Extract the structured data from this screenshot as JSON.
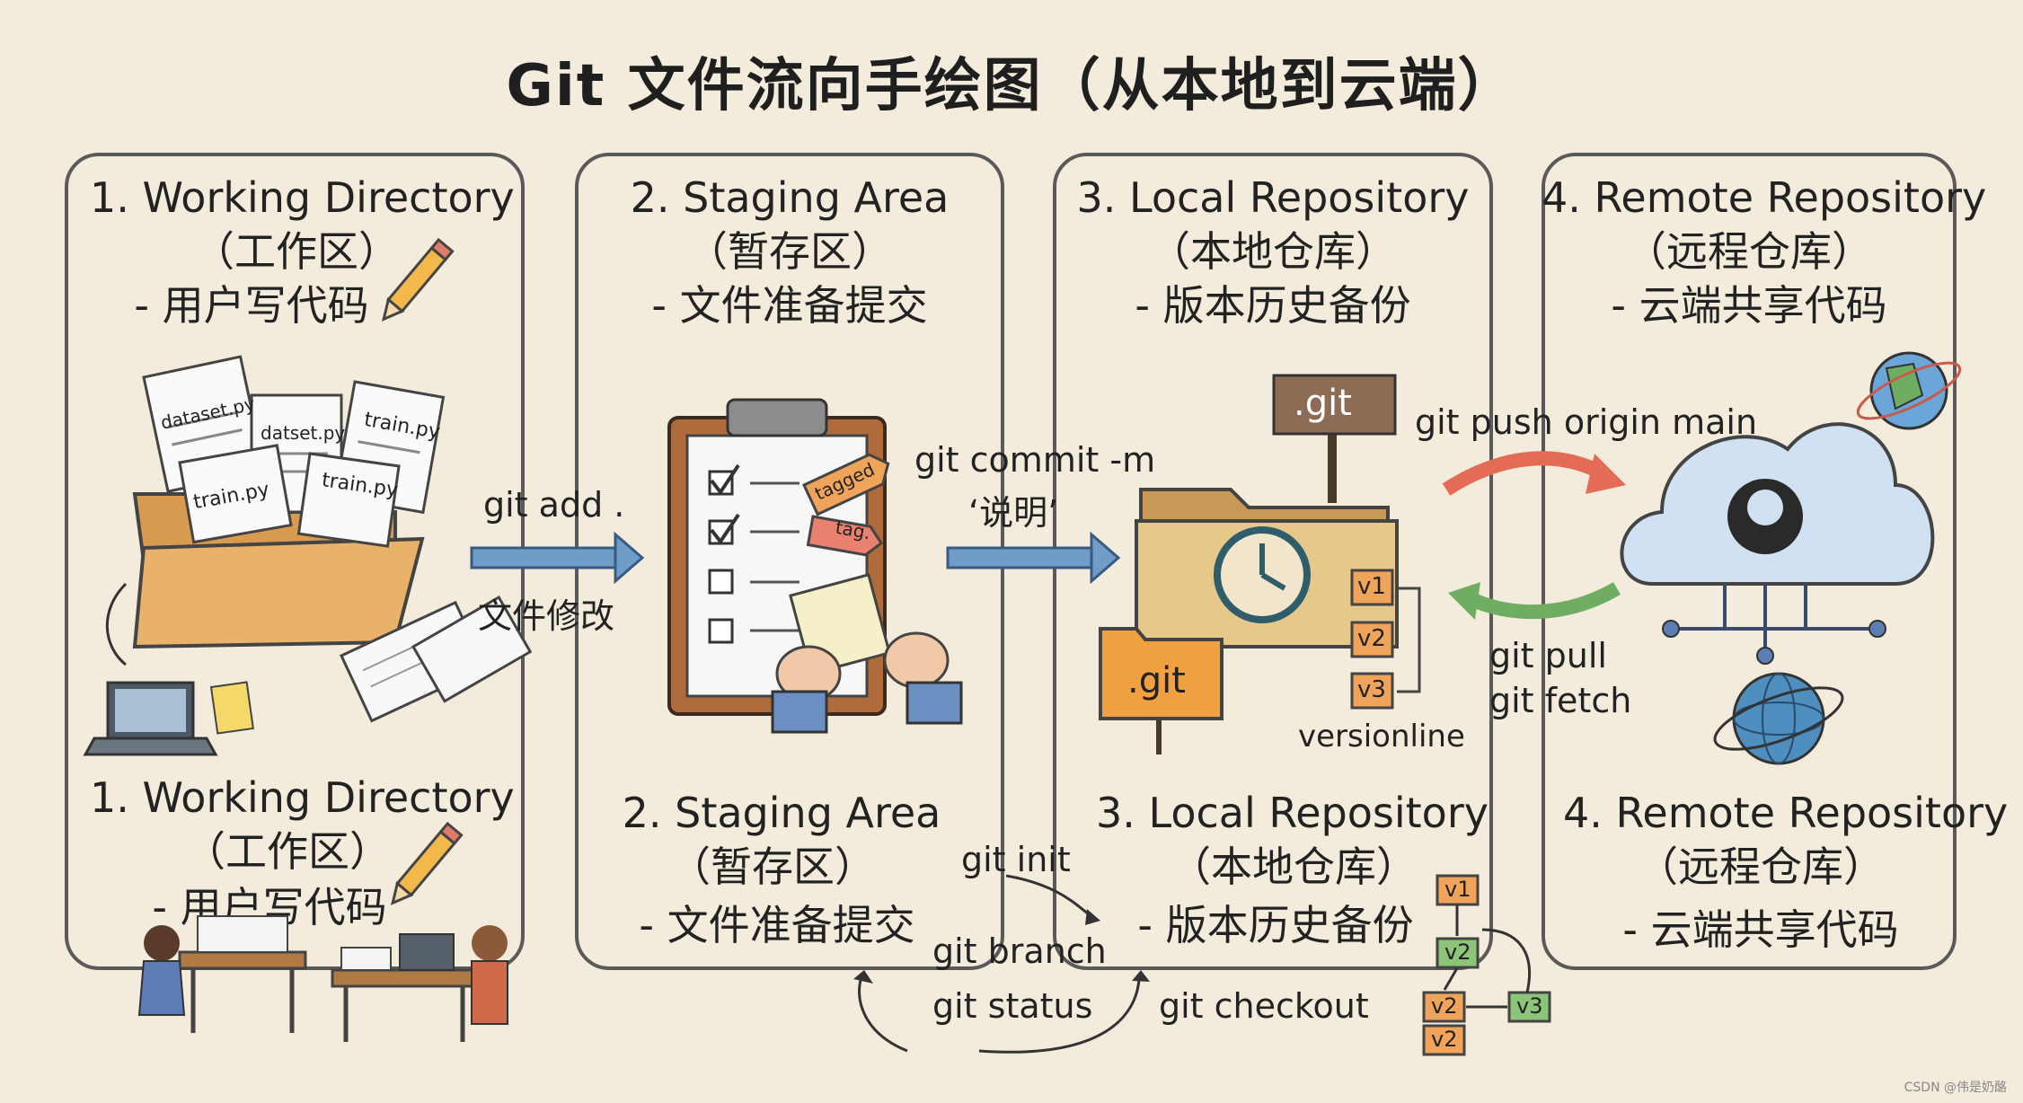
{
  "title": "Git 文件流向手绘图（从本地到云端）",
  "panels": [
    {
      "top_title": "1. Working Directory",
      "top_sub": "（工作区）",
      "top_desc": "- 用户写代码",
      "bottom_title": "1. Working Directory",
      "bottom_sub": "（工作区）",
      "bottom_desc": "- 用户写代码"
    },
    {
      "top_title": "2. Staging Area",
      "top_sub": "（暂存区）",
      "top_desc": "- 文件准备提交",
      "bottom_title": "2. Staging Area",
      "bottom_sub": "（暂存区）",
      "bottom_desc": "- 文件准备提交"
    },
    {
      "top_title": "3. Local Repository",
      "top_sub": "（本地仓库）",
      "top_desc": "- 版本历史备份",
      "bottom_title": "3. Local Repository",
      "bottom_sub": "（本地仓库）",
      "bottom_desc": "- 版本历史备份"
    },
    {
      "top_title": "4. Remote Repository",
      "top_sub": "（远程仓库）",
      "top_desc": "- 云端共享代码",
      "bottom_title": "4. Remote Repository",
      "bottom_sub": "（远程仓库）",
      "bottom_desc": "- 云端共享代码"
    }
  ],
  "files": [
    "dataset.py",
    "datset.py",
    "train.py",
    "train.py",
    "train.py"
  ],
  "tags": [
    "tagged",
    "tag."
  ],
  "arrows": {
    "add": "git add .",
    "add_note": "文件修改",
    "commit": "git commit -m",
    "commit_note": "‘说明’",
    "push": "git push origin main",
    "pull": "git pull",
    "fetch": "git fetch"
  },
  "commands": {
    "init": "git init",
    "branch": "git branch",
    "status": "git status",
    "checkout": "git checkout"
  },
  "repo": {
    "signpost": ".git",
    "folder_tag": ".git",
    "versionline": "versionline",
    "versions": [
      "v1",
      "v2",
      "v3"
    ],
    "branch_versions": [
      "v1",
      "v2",
      "v2",
      "v3",
      "v2"
    ]
  },
  "colors": {
    "background": "#f3ecdc",
    "arrow_blue": "#6f9cc9",
    "arrow_red": "#e46b55",
    "arrow_green": "#6fae62",
    "folder_orange": "#e9b26a",
    "version_orange": "#f0a45a",
    "version_green": "#8cc47a",
    "cloud_blue": "#cfe1f2"
  },
  "watermark": "CSDN @伟是奶酪"
}
